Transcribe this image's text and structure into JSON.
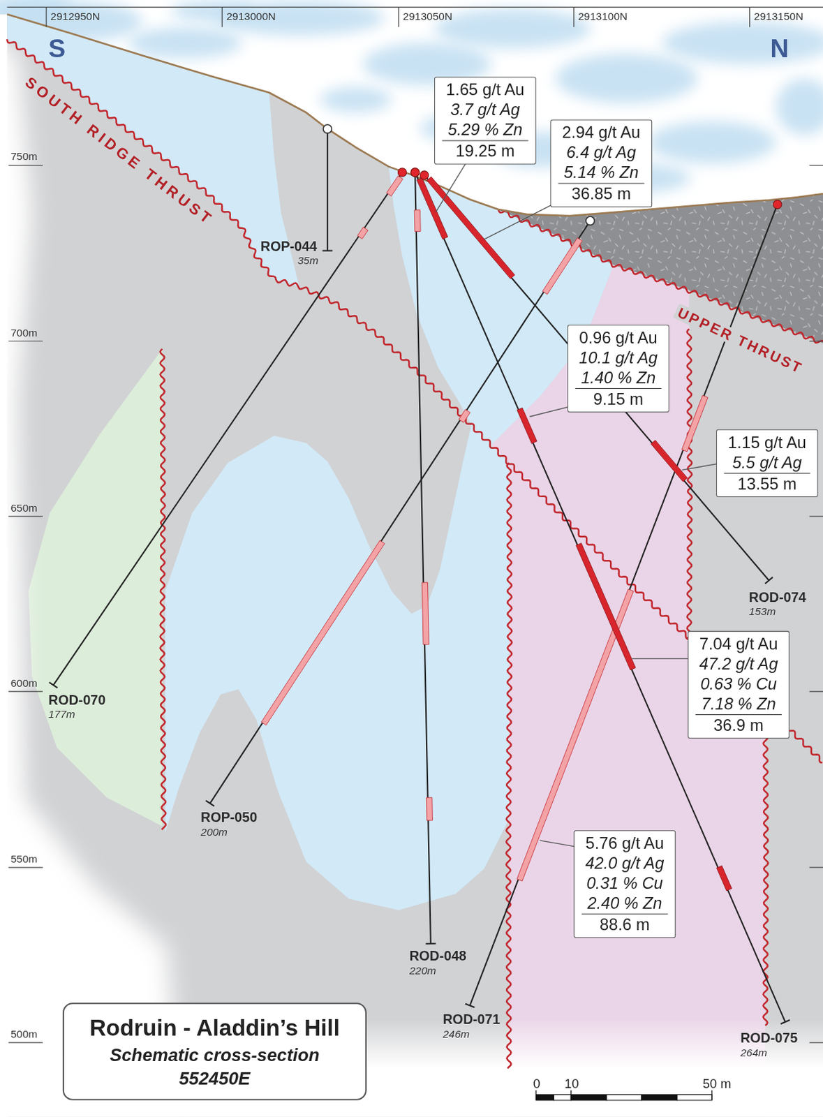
{
  "diagram": {
    "title": "Rodruin - Aladdin’s Hill",
    "caption": "Schematic cross-section 552450E",
    "nodes": [
      {
        "text": [
          "1.65 g/t Au",
          "3.7 g/t Ag",
          "5.29 % Zn",
          "19.25 m"
        ]
      },
      {
        "text": [
          "2.94 g/t Au",
          "6.4 g/t Ag",
          "5.14 % Zn",
          "36.85 m"
        ]
      },
      {
        "text": [
          "0.96 g/t Au",
          "10.1 g/t Ag",
          "1.40 % Zn",
          "9.15 m"
        ]
      },
      {
        "text": [
          "1.15 g/t Au",
          "5.5 g/t Ag",
          "13.55 m"
        ]
      },
      {
        "text": [
          "7.04 g/t Au",
          "47.2 g/t Ag",
          "0.63 % Cu",
          "7.18 % Zn",
          "36.9 m"
        ]
      },
      {
        "text": [
          "5.76 g/t Au",
          "42.0 g/t Ag",
          "0.31 % Cu",
          "2.40 % Zn",
          "88.6 m"
        ]
      }
    ],
    "labels": [
      "2912950N",
      "2913000N",
      "2913050N",
      "2913100N",
      "2913150N",
      "S",
      "N",
      "750m",
      "700m",
      "650m",
      "600m",
      "550m",
      "500m",
      "SOUTH RIDGE THRUST",
      "UPPER THRUST",
      "ROP-044",
      "35m",
      "ROD-070",
      "177m",
      "ROP-050",
      "200m",
      "ROD-048",
      "220m",
      "ROD-071",
      "246m",
      "ROD-074",
      "153m",
      "ROD-075",
      "264m",
      "0",
      "10",
      "50 m"
    ]
  }
}
